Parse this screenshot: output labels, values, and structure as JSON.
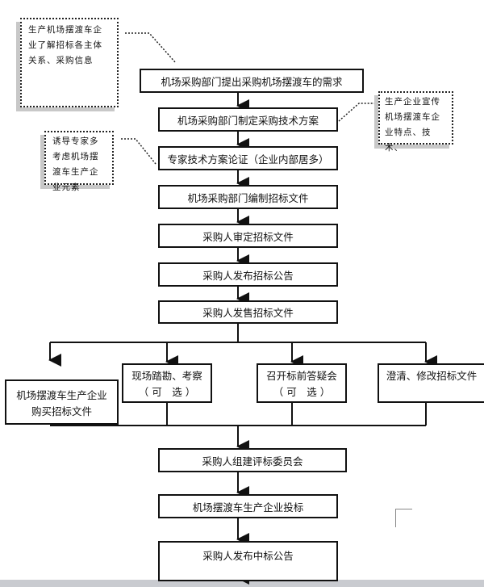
{
  "steps": [
    "机场采购部门提出采购机场摆渡车的需求",
    "机场采购部门制定采购技术方案",
    "专家技术方案论证（企业内部居多）",
    "机场采购部门编制招标文件",
    "采购人审定招标文件",
    "采购人发布招标公告",
    "采购人发售招标文件",
    "采购人组建评标委员会",
    "机场摆渡车生产企业投标",
    "采购人发布中标公告"
  ],
  "branches": [
    {
      "line1": "机场摆渡车生产企业",
      "line2": "购买招标文件"
    },
    {
      "line1": "现场踏勘、考察",
      "line2": "（ 可　选 ）"
    },
    {
      "line1": "召开标前答疑会",
      "line2": "（ 可　选 ）"
    },
    {
      "line1": "澄清、修改招标文件",
      "line2": ""
    }
  ],
  "notes": [
    "生产机场摆渡车企业了解招标各主体关系、采购信息",
    "生产企业宣传机场摆渡车企业特点、技术、",
    "诱导专家多考虑机场摆渡车生产企业元素"
  ]
}
